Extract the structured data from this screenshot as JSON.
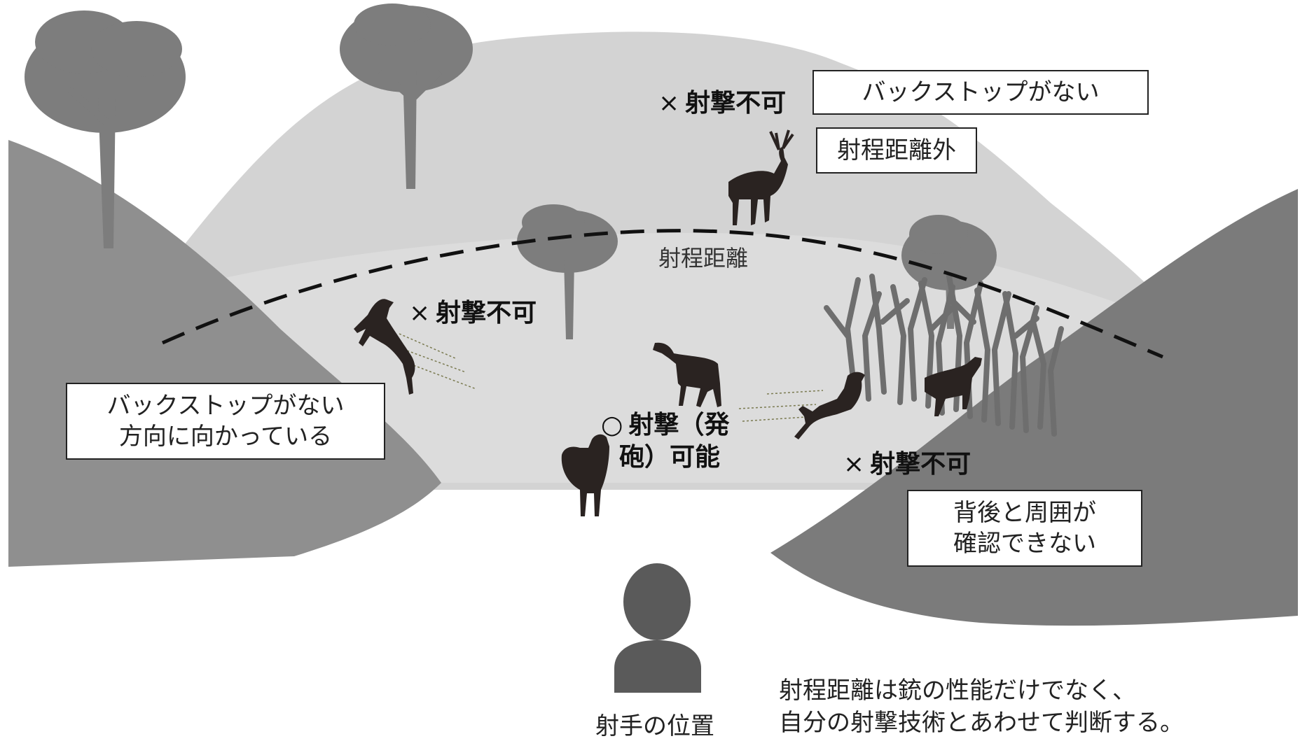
{
  "range_line_label": "射程距離",
  "verdicts": {
    "top_deer": {
      "mark": "×",
      "text": "射撃不可"
    },
    "left_deer": {
      "mark": "×",
      "text": "射撃不可"
    },
    "center_deer": {
      "mark": "○",
      "line1": "射撃（発",
      "line2": "砲）可能"
    },
    "right_deer": {
      "mark": "×",
      "text": "射撃不可"
    }
  },
  "reasons": {
    "no_backstop_top": "バックストップがない",
    "out_of_range": "射程距離外",
    "no_backstop_direction": {
      "line1": "バックストップがない",
      "line2": "方向に向かっている"
    },
    "cannot_confirm": {
      "line1": "背後と周囲が",
      "line2": "確認できない"
    }
  },
  "shooter_caption": "射手の位置",
  "note": {
    "line1": "射程距離は銃の性能だけでなく、",
    "line2": "自分の射撃技術とあわせて判断する。"
  },
  "colors": {
    "far_hill": "#cfcfcf",
    "mid_ground": "#dedede",
    "side_hill_left": "#8e8e8e",
    "side_hill_right": "#7a7a7a",
    "tree": "#7d7d7d",
    "animal": "#2a2321",
    "grass": "#6e6e6e",
    "shooter": "#5a5a5a"
  }
}
